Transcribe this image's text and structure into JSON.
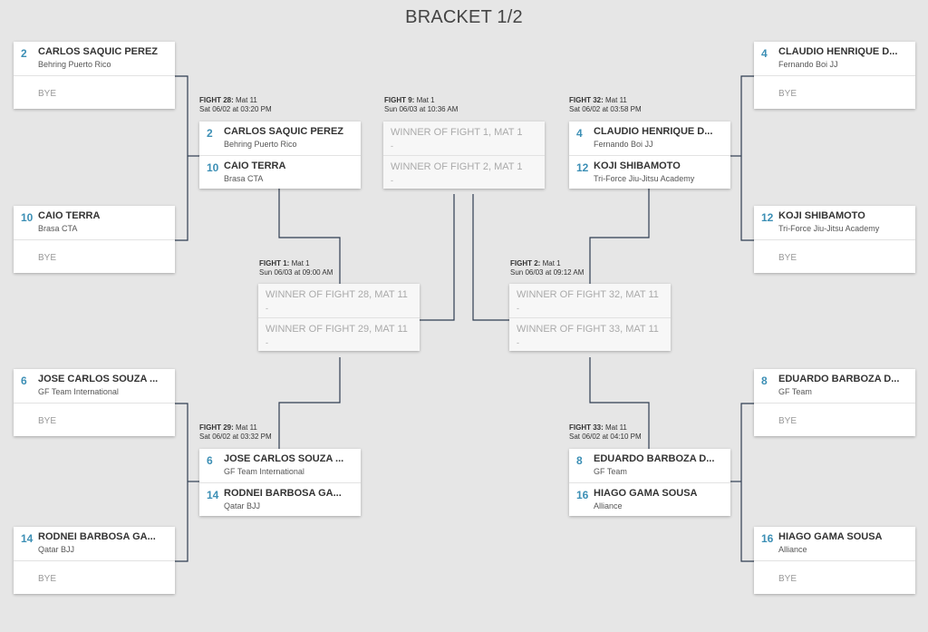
{
  "page": {
    "title": "BRACKET 1/2"
  },
  "r1": [
    {
      "seed": "2",
      "name": "CARLOS SAQUIC PEREZ",
      "team": "Behring Puerto Rico",
      "bye": "BYE"
    },
    {
      "seed": "10",
      "name": "CAIO TERRA",
      "team": "Brasa CTA",
      "bye": "BYE"
    },
    {
      "seed": "6",
      "name": "JOSE CARLOS SOUZA ...",
      "team": "GF Team International",
      "bye": "BYE"
    },
    {
      "seed": "14",
      "name": "RODNEI BARBOSA GA...",
      "team": "Qatar BJJ",
      "bye": "BYE"
    },
    {
      "seed": "4",
      "name": "CLAUDIO HENRIQUE D...",
      "team": "Fernando Boi JJ",
      "bye": "BYE"
    },
    {
      "seed": "12",
      "name": "KOJI SHIBAMOTO",
      "team": "Tri-Force Jiu-Jitsu Academy",
      "bye": "BYE"
    },
    {
      "seed": "8",
      "name": "EDUARDO BARBOZA D...",
      "team": "GF Team",
      "bye": "BYE"
    },
    {
      "seed": "16",
      "name": "HIAGO GAMA SOUSA",
      "team": "Alliance",
      "bye": "BYE"
    }
  ],
  "r2": [
    {
      "fight": "FIGHT 28:",
      "mat": "Mat 11",
      "date": "Sat 06/02 at 03:20 PM",
      "a": {
        "seed": "2",
        "name": "CARLOS SAQUIC PEREZ",
        "team": "Behring Puerto Rico"
      },
      "b": {
        "seed": "10",
        "name": "CAIO TERRA",
        "team": "Brasa CTA"
      }
    },
    {
      "fight": "FIGHT 29:",
      "mat": "Mat 11",
      "date": "Sat 06/02 at 03:32 PM",
      "a": {
        "seed": "6",
        "name": "JOSE CARLOS SOUZA ...",
        "team": "GF Team International"
      },
      "b": {
        "seed": "14",
        "name": "RODNEI BARBOSA GA...",
        "team": "Qatar BJJ"
      }
    },
    {
      "fight": "FIGHT 32:",
      "mat": "Mat 11",
      "date": "Sat 06/02 at 03:58 PM",
      "a": {
        "seed": "4",
        "name": "CLAUDIO HENRIQUE D...",
        "team": "Fernando Boi JJ"
      },
      "b": {
        "seed": "12",
        "name": "KOJI SHIBAMOTO",
        "team": "Tri-Force Jiu-Jitsu Academy"
      }
    },
    {
      "fight": "FIGHT 33:",
      "mat": "Mat 11",
      "date": "Sat 06/02 at 04:10 PM",
      "a": {
        "seed": "8",
        "name": "EDUARDO BARBOZA D...",
        "team": "GF Team"
      },
      "b": {
        "seed": "16",
        "name": "HIAGO GAMA SOUSA",
        "team": "Alliance"
      }
    }
  ],
  "semis": [
    {
      "fight": "FIGHT 1:",
      "mat": "Mat 1",
      "date": "Sun 06/03 at 09:00 AM",
      "a": "WINNER OF FIGHT 28, MAT 11",
      "b": "WINNER OF FIGHT 29, MAT 11",
      "dash": "-"
    },
    {
      "fight": "FIGHT 2:",
      "mat": "Mat 1",
      "date": "Sun 06/03 at 09:12 AM",
      "a": "WINNER OF FIGHT 32, MAT 11",
      "b": "WINNER OF FIGHT 33, MAT 11",
      "dash": "-"
    }
  ],
  "final": {
    "fight": "FIGHT 9:",
    "mat": "Mat 1",
    "date": "Sun 06/03 at 10:36 AM",
    "a": "WINNER OF FIGHT 1, MAT 1",
    "b": "WINNER OF FIGHT 2, MAT 1",
    "dash": "-"
  },
  "colors": {
    "seed": "#3c8fb5",
    "line": "#2f3d52",
    "background": "#e6e6e6"
  }
}
